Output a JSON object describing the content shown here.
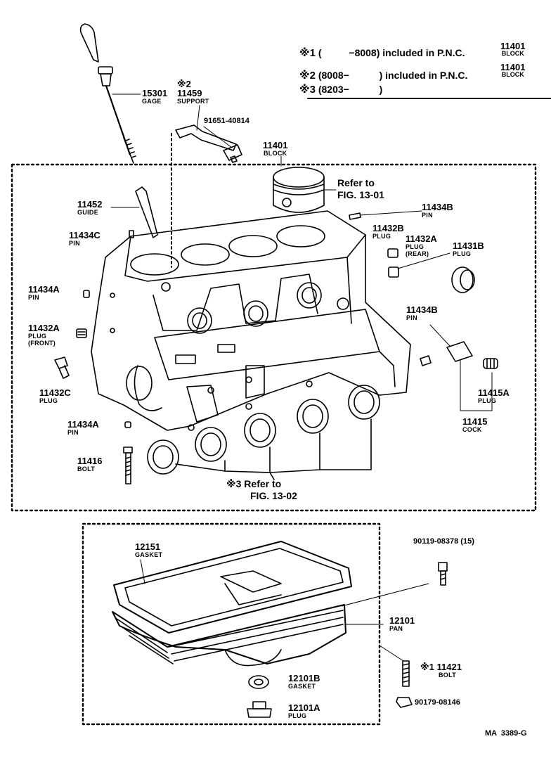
{
  "legend": {
    "note1": {
      "mark": "※1",
      "range": "(          −8008)",
      "text": "included in P.N.C.",
      "pnc": "11401",
      "pnc_name": "BLOCK"
    },
    "note2": {
      "mark": "※2",
      "range": "(8008−           )",
      "text": "included in P.N.C.",
      "pnc": "11401",
      "pnc_name": "BLOCK"
    },
    "note3": {
      "mark": "※3",
      "range": "(8203−           )"
    }
  },
  "parts": {
    "gage": {
      "number": "15301",
      "name": "GAGE"
    },
    "support": {
      "mark": "※2",
      "number": "11459",
      "name": "SUPPORT"
    },
    "support_bolt": {
      "number": "91651-40814"
    },
    "block": {
      "number": "11401",
      "name": "BLOCK"
    },
    "guide": {
      "number": "11452",
      "name": "GUIDE"
    },
    "pin_c": {
      "number": "11434C",
      "name": "PIN"
    },
    "pin_b_top": {
      "number": "11434B",
      "name": "PIN"
    },
    "plug_b": {
      "number": "11432B",
      "name": "PLUG"
    },
    "plug_a": {
      "number": "11432A",
      "name": "PLUG",
      "sub": "(REAR)"
    },
    "plug_b_seal": {
      "number": "11431B",
      "name": "PLUG"
    },
    "pin_a_top": {
      "number": "11434A",
      "name": "PIN"
    },
    "plug_front": {
      "number": "11432A",
      "name": "PLUG",
      "sub": "(FRONT)"
    },
    "pin_b_mid": {
      "number": "11434B",
      "name": "PIN"
    },
    "plug_c": {
      "number": "11432C",
      "name": "PLUG"
    },
    "cock_plug": {
      "number": "11415A",
      "name": "PLUG"
    },
    "cock": {
      "number": "11415",
      "name": "COCK"
    },
    "pin_a_bottom": {
      "number": "11434A",
      "name": "PIN"
    },
    "bolt_block": {
      "number": "11416",
      "name": "BOLT"
    },
    "gasket_pan": {
      "number": "12151",
      "name": "GASKET"
    },
    "pan_bolt": {
      "number": "90119-08378 (15)"
    },
    "pan": {
      "number": "12101",
      "name": "PAN"
    },
    "stud": {
      "mark": "※1",
      "number": "11421",
      "name": "BOLT"
    },
    "drain_gasket": {
      "number": "12101B",
      "name": "GASKET"
    },
    "nut": {
      "number": "90179-08146"
    },
    "drain_plug": {
      "number": "12101A",
      "name": "PLUG"
    }
  },
  "refs": {
    "piston": {
      "line1": "Refer to",
      "line2": "FIG. 13-01"
    },
    "bearings": {
      "mark": "※3",
      "line1": "Refer to",
      "line2": "FIG. 13-02"
    }
  },
  "figure_code": "MA  3389-G"
}
